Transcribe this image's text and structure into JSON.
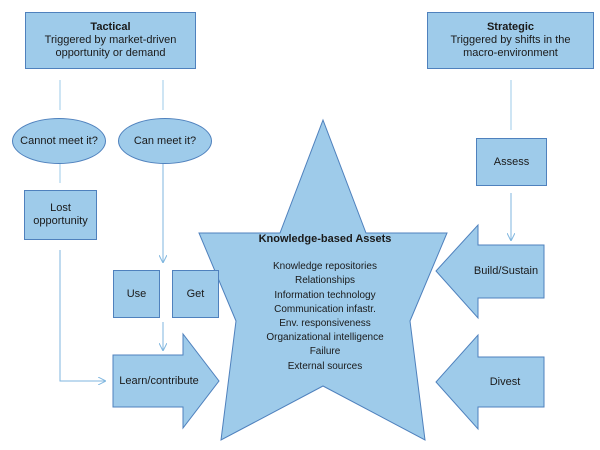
{
  "tactical": {
    "title": "Tactical",
    "line1": "Triggered by market-driven",
    "line2": "opportunity or demand"
  },
  "strategic": {
    "title": "Strategic",
    "line1": "Triggered by shifts in the",
    "line2": "macro-environment"
  },
  "cannot_meet": "Cannot meet it?",
  "can_meet": "Can meet it?",
  "lost_opportunity": {
    "line1": "Lost",
    "line2": "opportunity"
  },
  "assess": "Assess",
  "use": "Use",
  "get": "Get",
  "learn_contribute": "Learn/contribute",
  "build_sustain": "Build/Sustain",
  "divest": "Divest",
  "assets": {
    "title": "Knowledge-based Assets",
    "items": [
      "Knowledge repositories",
      "Relationships",
      "Information  technology",
      "Communication infastr.",
      "Env. responsiveness",
      "Organizational intelligence",
      "Failure",
      "External sources"
    ]
  }
}
